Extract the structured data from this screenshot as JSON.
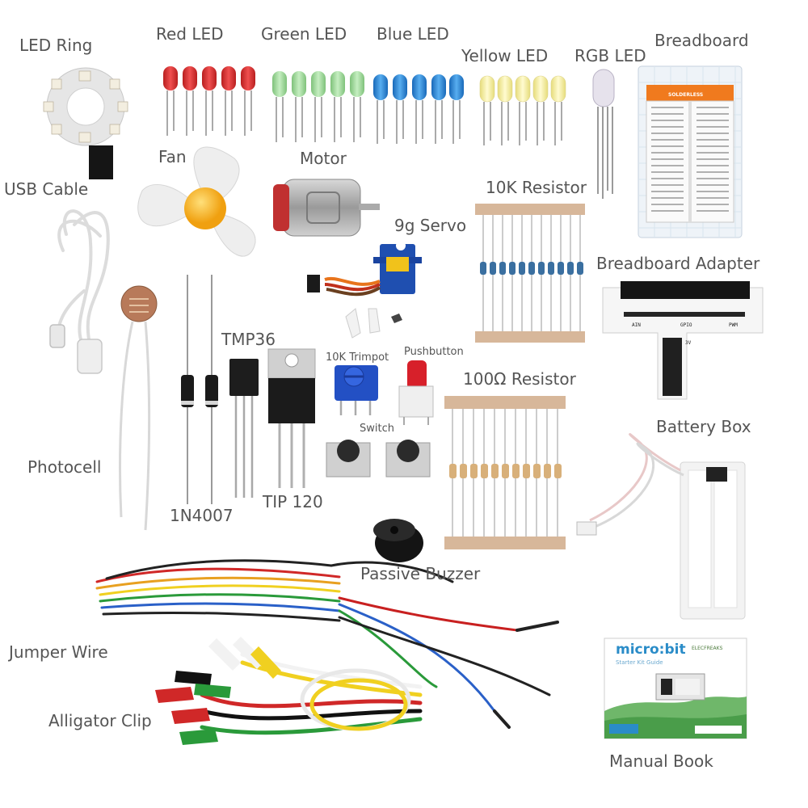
{
  "labels": {
    "led_ring": "LED Ring",
    "red_led": "Red LED",
    "green_led": "Green LED",
    "blue_led": "Blue LED",
    "yellow_led": "Yellow LED",
    "rgb_led": "RGB LED",
    "breadboard": "Breadboard",
    "usb_cable": "USB Cable",
    "fan": "Fan",
    "motor": "Motor",
    "resistor_10k": "10K Resistor",
    "servo": "9g Servo",
    "breadboard_adapter": "Breadboard Adapter",
    "tmp36": "TMP36",
    "trimpot": "10K Trimpot",
    "pushbutton": "Pushbutton",
    "resistor_100": "100Ω Resistor",
    "switch": "Switch",
    "battery_box": "Battery Box",
    "photocell": "Photocell",
    "diode": "1N4007",
    "tip120": "TIP 120",
    "passive_buzzer": "Passive Buzzer",
    "jumper_wire": "Jumper Wire",
    "alligator_clip": "Alligator Clip",
    "manual_book": "Manual Book"
  },
  "manual": {
    "cover_title": "micro:bit",
    "cover_subtitle": "Starter Kit Guide",
    "brand": "ELECFREAKS"
  },
  "breadboard_print": "SOLDERLESS",
  "adapter_print": {
    "pins_a": "AIN",
    "pins_b": "GPIO",
    "pins_c": "PWM",
    "pins_d": "3V"
  },
  "colors": {
    "label_text": "#555555",
    "red_led": "#e53a3a",
    "green_led": "#9fd89a",
    "blue_led": "#2f8fe0",
    "yellow_led": "#f6f0a0",
    "fan_hub": "#f7b21e",
    "manual_accent": "#2a8cc8"
  }
}
